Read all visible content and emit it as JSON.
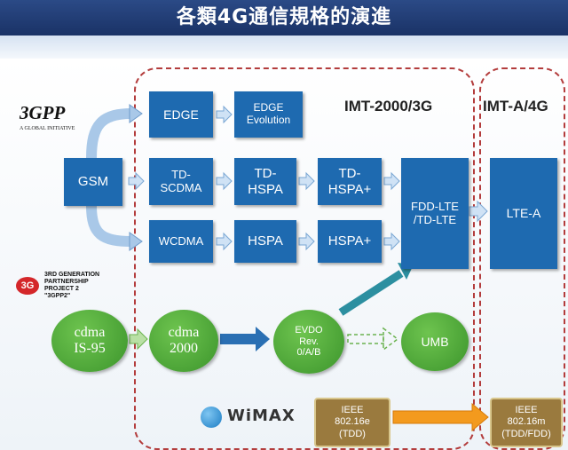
{
  "title": "各類4G通信規格的演進",
  "regions": {
    "imt2000": "IMT-2000/3G",
    "imta": "IMT-A/4G"
  },
  "logos": {
    "gpp_mark": "3GPP",
    "gpp_tag": "A GLOBAL INITIATIVE",
    "gpp2_mark": "3G",
    "gpp2_text": [
      "3RD GENERATION",
      "PARTNERSHIP",
      "PROJECT 2",
      "\"3GPP2\""
    ],
    "wimax": "WiMAX"
  },
  "nodes": {
    "gsm": "GSM",
    "edge": "EDGE",
    "edge_evolution": [
      "EDGE",
      "Evolution"
    ],
    "td_scdma": [
      "TD-",
      "SCDMA"
    ],
    "td_hspa": [
      "TD-",
      "HSPA"
    ],
    "td_hspa_plus": [
      "TD-",
      "HSPA+"
    ],
    "wcdma": "WCDMA",
    "hspa": "HSPA",
    "hspa_plus": "HSPA+",
    "fdd_lte": [
      "FDD-LTE",
      "/TD-LTE"
    ],
    "lte_a": "LTE-A",
    "cdma_is95": [
      "cdma",
      "IS-95"
    ],
    "cdma2000": [
      "cdma",
      "2000"
    ],
    "evdo": [
      "EVDO",
      "Rev.",
      "0/A/B"
    ],
    "umb": "UMB",
    "ieee_80216e": [
      "IEEE",
      "802.16e",
      "(TDD)"
    ],
    "ieee_80216m": [
      "IEEE",
      "802.16m",
      "(TDD/FDD)"
    ]
  },
  "colors": {
    "title_bar": "#1f3a73",
    "box_blue": "#1e6ab0",
    "circle_green": "#4aa83a",
    "dashed_region": "#b33c3c",
    "gold_box": "#9a7a3e",
    "orange_arrow": "#f39a1e"
  }
}
